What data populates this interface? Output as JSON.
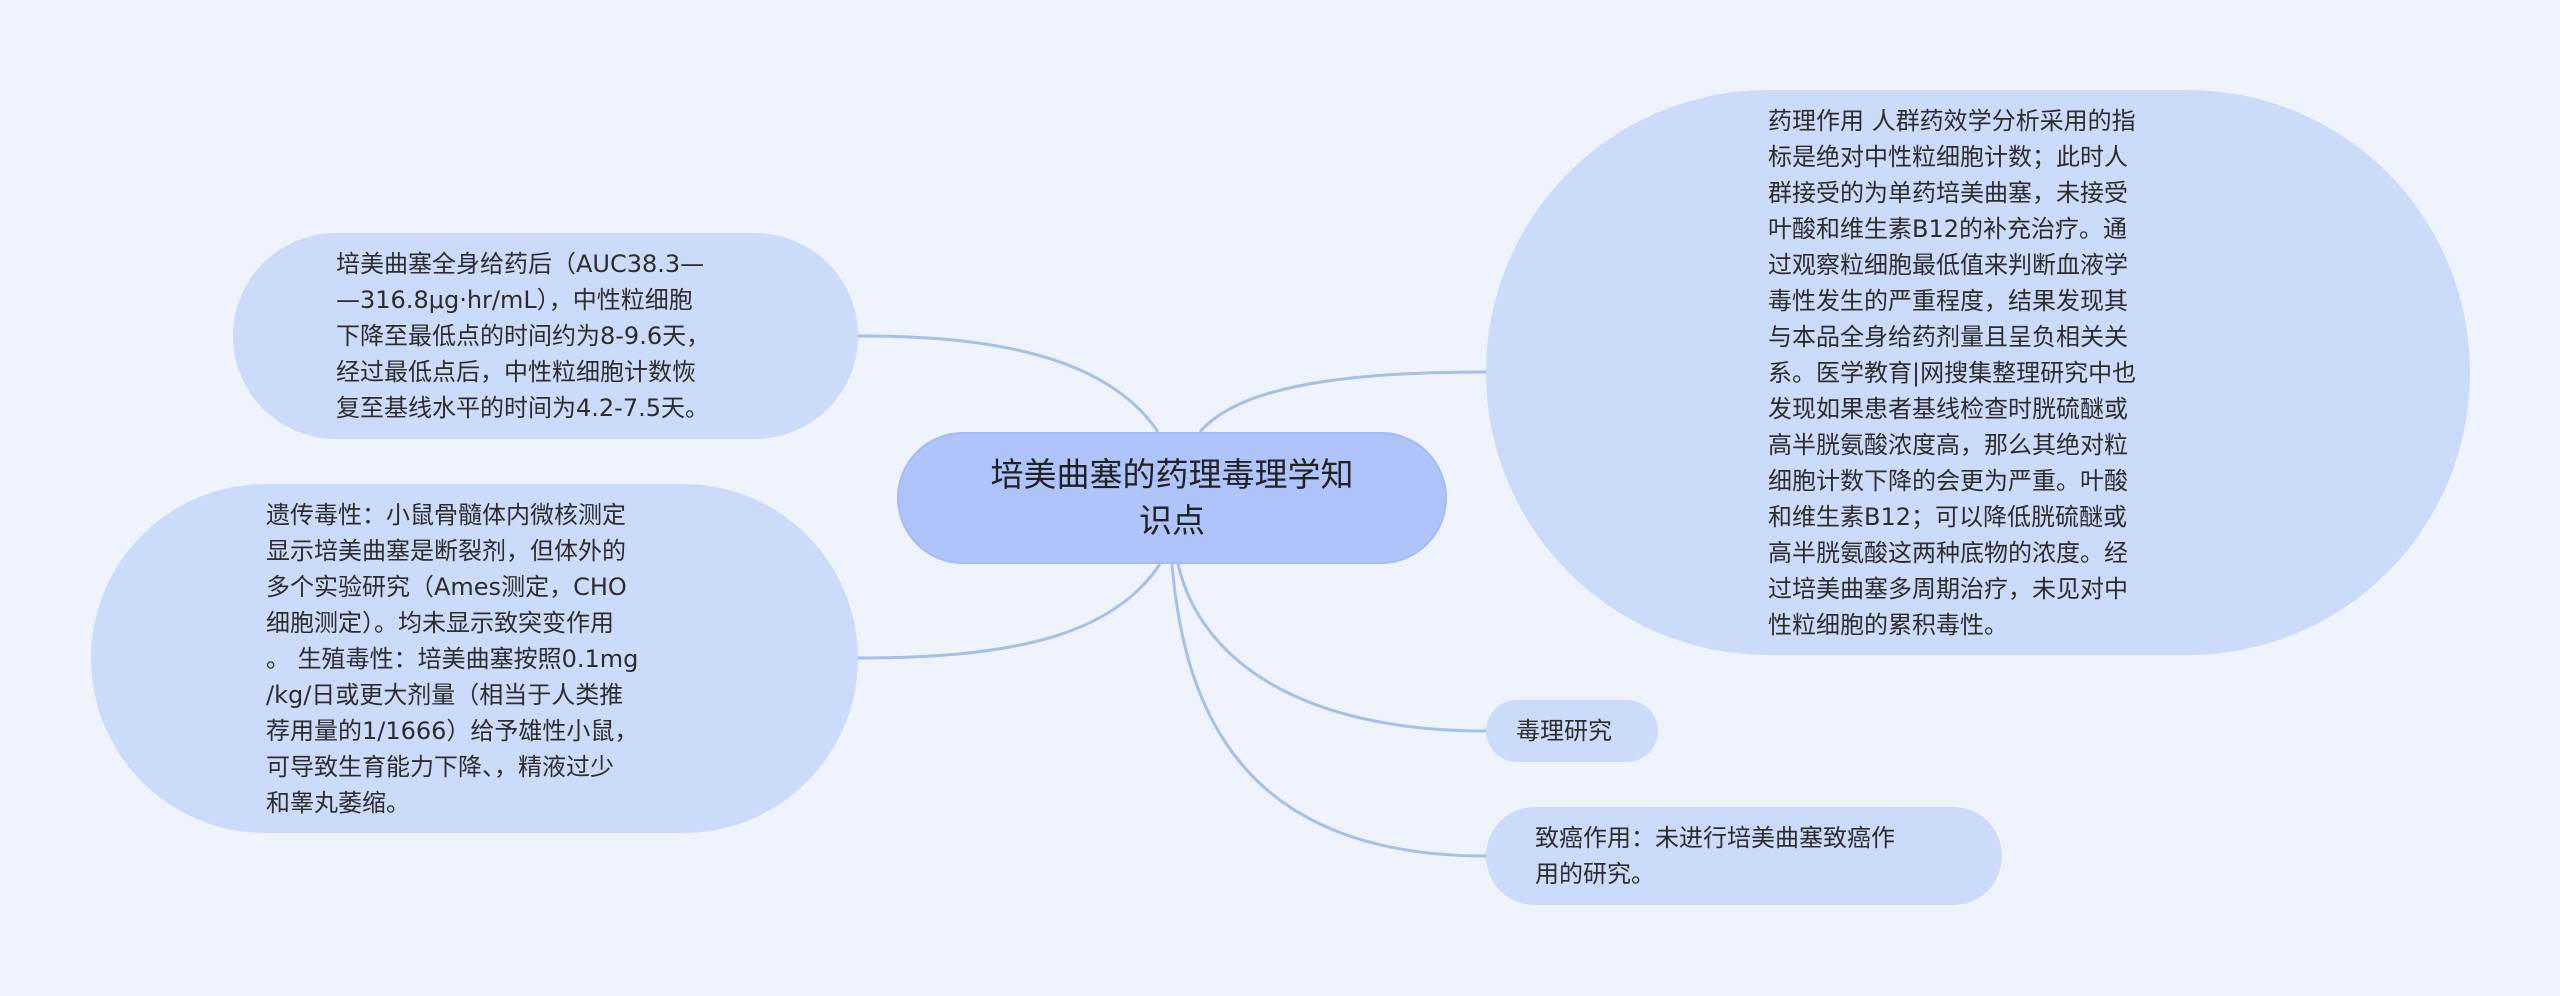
{
  "mindmap": {
    "center": {
      "label": "培美曲塞的药理毒理学知\n识点"
    },
    "left": [
      {
        "id": "auc",
        "text": "培美曲塞全身给药后（AUC38.3—\n—316.8μg·hr/mL），中性粒细胞\n下降至最低点的时间约为8-9.6天，\n经过最低点后，中性粒细胞计数恢\n复至基线水平的时间为4.2-7.5天。"
      },
      {
        "id": "gene",
        "text": "遗传毒性：小鼠骨髓体内微核测定\n显示培美曲塞是断裂剂，但体外的\n多个实验研究（Ames测定，CHO\n细胞测定）。均未显示致突变作用\n。 生殖毒性：培美曲塞按照0.1mg\n/kg/日或更大剂量（相当于人类推\n荐用量的1/1666）给予雄性小鼠，\n可导致生育能力下降、，精液过少\n和睾丸萎缩。"
      }
    ],
    "right": [
      {
        "id": "pharm",
        "text": "药理作用 人群药效学分析采用的指\n标是绝对中性粒细胞计数；此时人\n群接受的为单药培美曲塞，未接受\n叶酸和维生素B12的补充治疗。通\n过观察粒细胞最低值来判断血液学\n毒性发生的严重程度，结果发现其\n与本品全身给药剂量且呈负相关关\n系。医学教育|网搜集整理研究中也\n发现如果患者基线检查时胱硫醚或\n高半胱氨酸浓度高，那么其绝对粒\n细胞计数下降的会更为严重。叶酸\n和维生素B12；可以降低胱硫醚或\n高半胱氨酸这两种底物的浓度。经\n过培美曲塞多周期治疗，未见对中\n性粒细胞的累积毒性。"
      },
      {
        "id": "tox",
        "text": "毒理研究"
      },
      {
        "id": "carc",
        "text": "致癌作用：未进行培美曲塞致癌作\n用的研究。"
      }
    ]
  }
}
